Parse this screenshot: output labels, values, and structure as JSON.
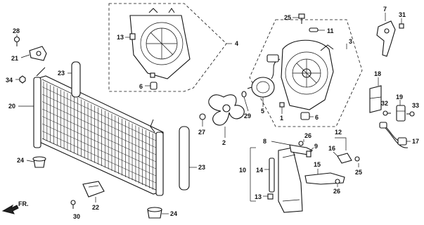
{
  "callouts": [
    "28",
    "21",
    "34",
    "23",
    "20",
    "24",
    "30",
    "22",
    "24",
    "23",
    "27",
    "2",
    "29",
    "5",
    "1",
    "13",
    "6",
    "4",
    "25",
    "11",
    "3",
    "6",
    "7",
    "31",
    "18",
    "19",
    "32",
    "33",
    "17",
    "26",
    "8",
    "9",
    "12",
    "10",
    "14",
    "15",
    "16",
    "25",
    "26",
    "13"
  ],
  "direction_label": "FR."
}
